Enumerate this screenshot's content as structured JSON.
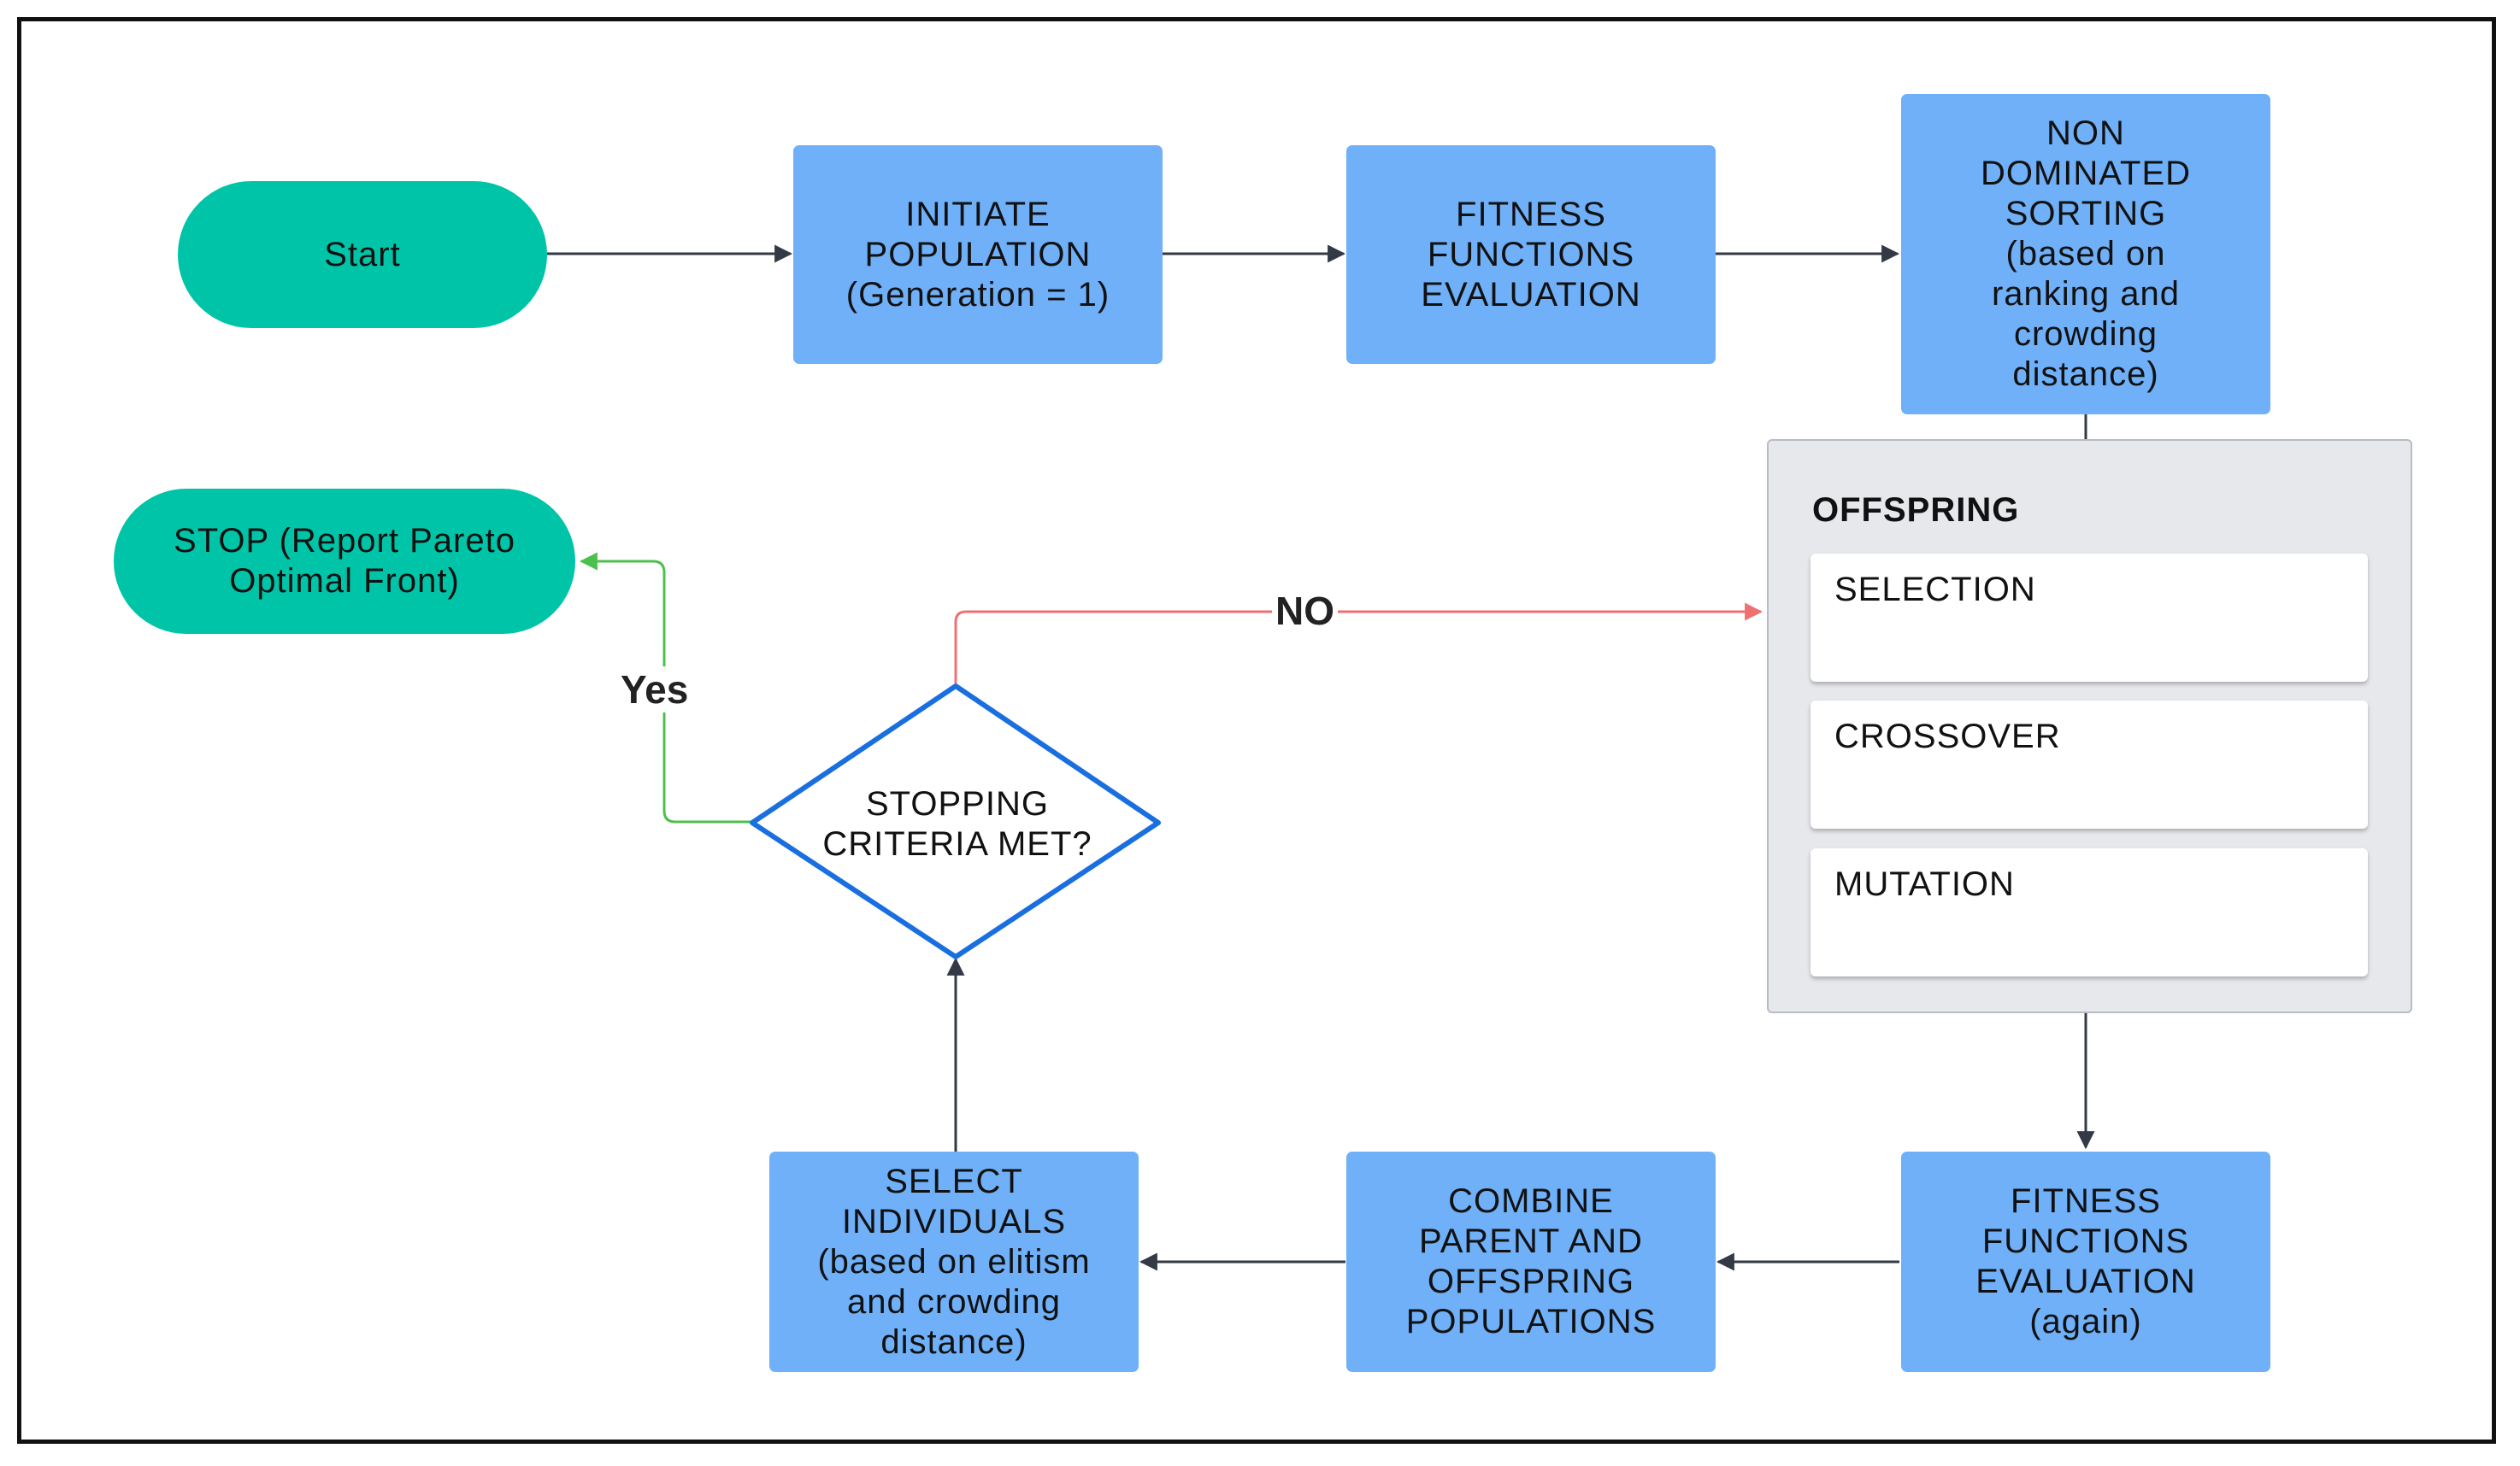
{
  "nodes": {
    "start": "Start",
    "initiate": "INITIATE\nPOPULATION\n(Generation = 1)",
    "fitness": "FITNESS\nFUNCTIONS\nEVALUATION",
    "nondominated": "NON\nDOMINATED\nSORTING\n(based on\nranking and\ncrowding\ndistance)",
    "stop": "STOP (Report Pareto\nOptimal Front)",
    "decision": "STOPPING\nCRITERIA MET?",
    "fitness_again": "FITNESS\nFUNCTIONS\nEVALUATION\n(again)",
    "combine": "COMBINE\nPARENT AND\nOFFSPRING\nPOPULATIONS",
    "select": "SELECT\nINDIVIDUALS\n(based on elitism\nand crowding\ndistance)"
  },
  "offspring": {
    "title": "OFFSPRING",
    "steps": [
      "SELECTION",
      "CROSSOVER",
      "MUTATION"
    ]
  },
  "edge_labels": {
    "no": "NO",
    "yes": "Yes"
  },
  "colors": {
    "process_box": "#6fb0f8",
    "terminal": "#00c4a7",
    "decision_border": "#1a6fe0",
    "arrow": "#333a45",
    "no_arrow": "#f07070",
    "yes_arrow": "#4cc04c"
  }
}
